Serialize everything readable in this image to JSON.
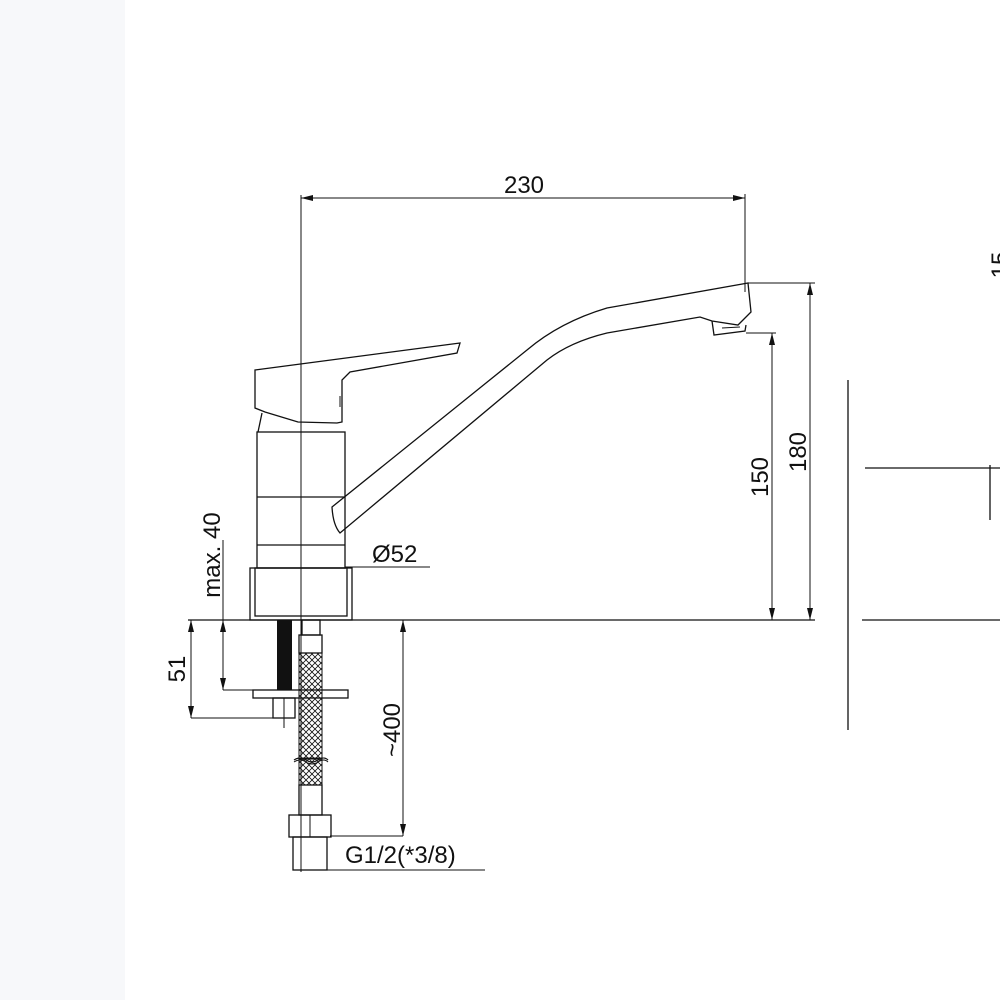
{
  "drawing": {
    "title": "Single-lever kitchen mixer dimension drawing",
    "dimensions": {
      "spout_reach": "230",
      "total_height": "180",
      "spout_height": "150",
      "body_diameter": "Ø52",
      "max_counter_thickness": "max. 40",
      "shank_length": "51",
      "hose_length": "~400",
      "connection_thread": "G1/2(*3/8)",
      "partial_right": "15"
    },
    "line_color": "#111111",
    "strip_color": "#f7f8fa"
  }
}
